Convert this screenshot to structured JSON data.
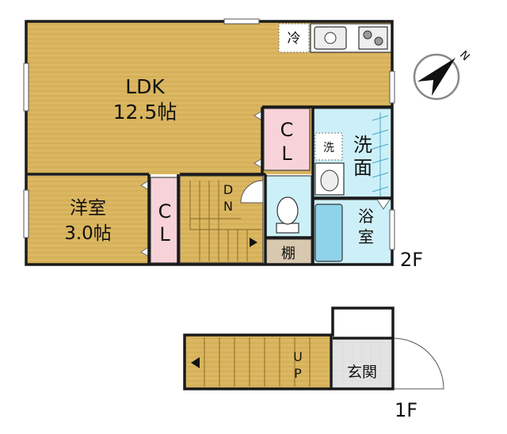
{
  "floor2": {
    "label": "2F",
    "ldk": {
      "name": "LDK",
      "size": "12.5帖"
    },
    "western_room": {
      "name": "洋室",
      "size": "3.0帖"
    },
    "closet_1": {
      "c": "C",
      "l": "L"
    },
    "closet_2": {
      "c": "C",
      "l": "L"
    },
    "fridge": "冷",
    "washroom": {
      "top": "洗",
      "bottom": "面"
    },
    "washer": "洗",
    "bath": {
      "top": "浴",
      "bottom": "室"
    },
    "shelf": "棚",
    "stairs_dn": {
      "d": "D",
      "n": "N"
    }
  },
  "floor1": {
    "label": "1F",
    "entrance": "玄関",
    "stairs_up": {
      "u": "U",
      "p": "P"
    }
  },
  "compass": {
    "label": "N"
  },
  "colors": {
    "wood_floor": "#d9b55e",
    "closet_pink": "#f7d3d9",
    "wet_area_blue": "#cdf0f8",
    "shelf_tan": "#d8c8b0",
    "entrance_gray": "#e3e3e3",
    "wall": "#1a1a1a"
  }
}
